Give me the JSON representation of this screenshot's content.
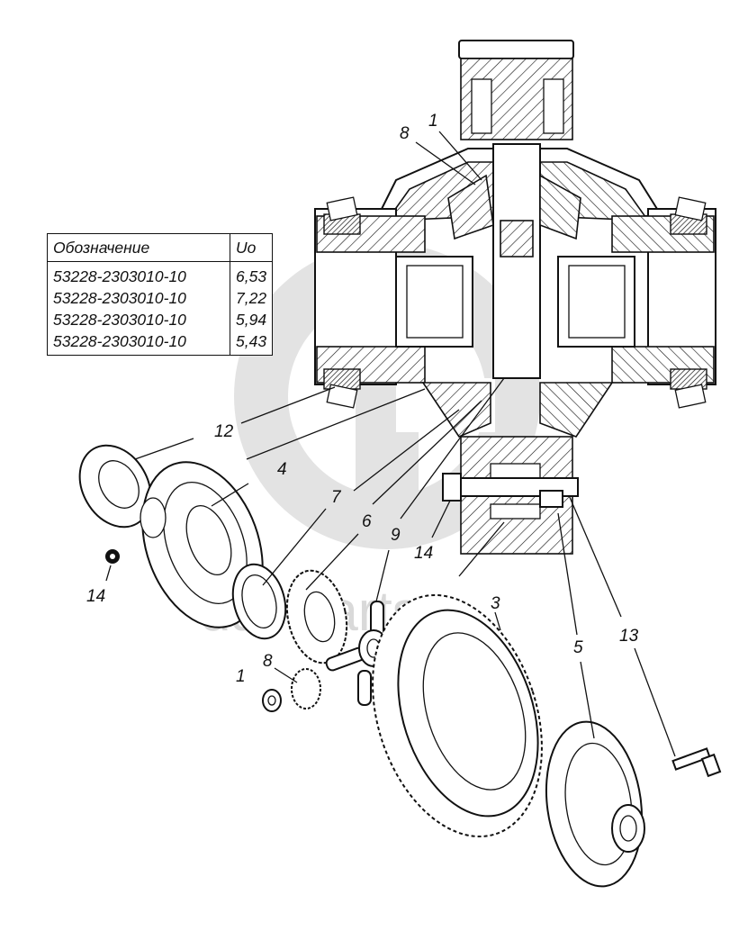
{
  "watermark": {
    "text": "daf-parts"
  },
  "spec_table": {
    "headers": [
      "Обозначение",
      "Uo"
    ],
    "rows": [
      {
        "designation": "53228-2303010-10",
        "ratio": "6,53"
      },
      {
        "designation": "53228-2303010-10",
        "ratio": "7,22"
      },
      {
        "designation": "53228-2303010-10",
        "ratio": "5,94"
      },
      {
        "designation": "53228-2303010-10",
        "ratio": "5,43"
      }
    ]
  },
  "callouts": {
    "top_1": "1",
    "top_8": "8",
    "c12": "12",
    "c4": "4",
    "c7": "7",
    "c6": "6",
    "c9": "9",
    "c14_right": "14",
    "c14_left": "14",
    "c3": "3",
    "c5": "5",
    "c13": "13",
    "c8_bottom": "8",
    "c1_bottom": "1"
  }
}
